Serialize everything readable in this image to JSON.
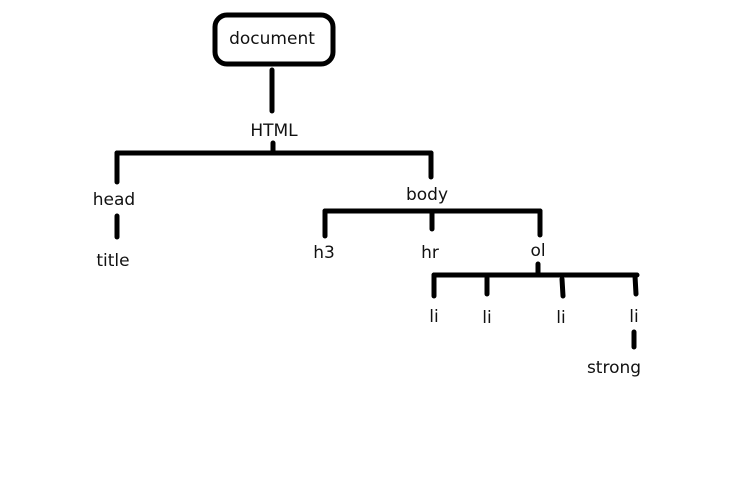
{
  "nodes": {
    "document": "document",
    "html": "HTML",
    "head": "head",
    "title": "title",
    "body": "body",
    "h3": "h3",
    "hr": "hr",
    "ol": "ol",
    "li1": "li",
    "li2": "li",
    "li3": "li",
    "li4": "li",
    "strong": "strong"
  },
  "colors": {
    "line": "#000000",
    "background": "#ffffff"
  }
}
